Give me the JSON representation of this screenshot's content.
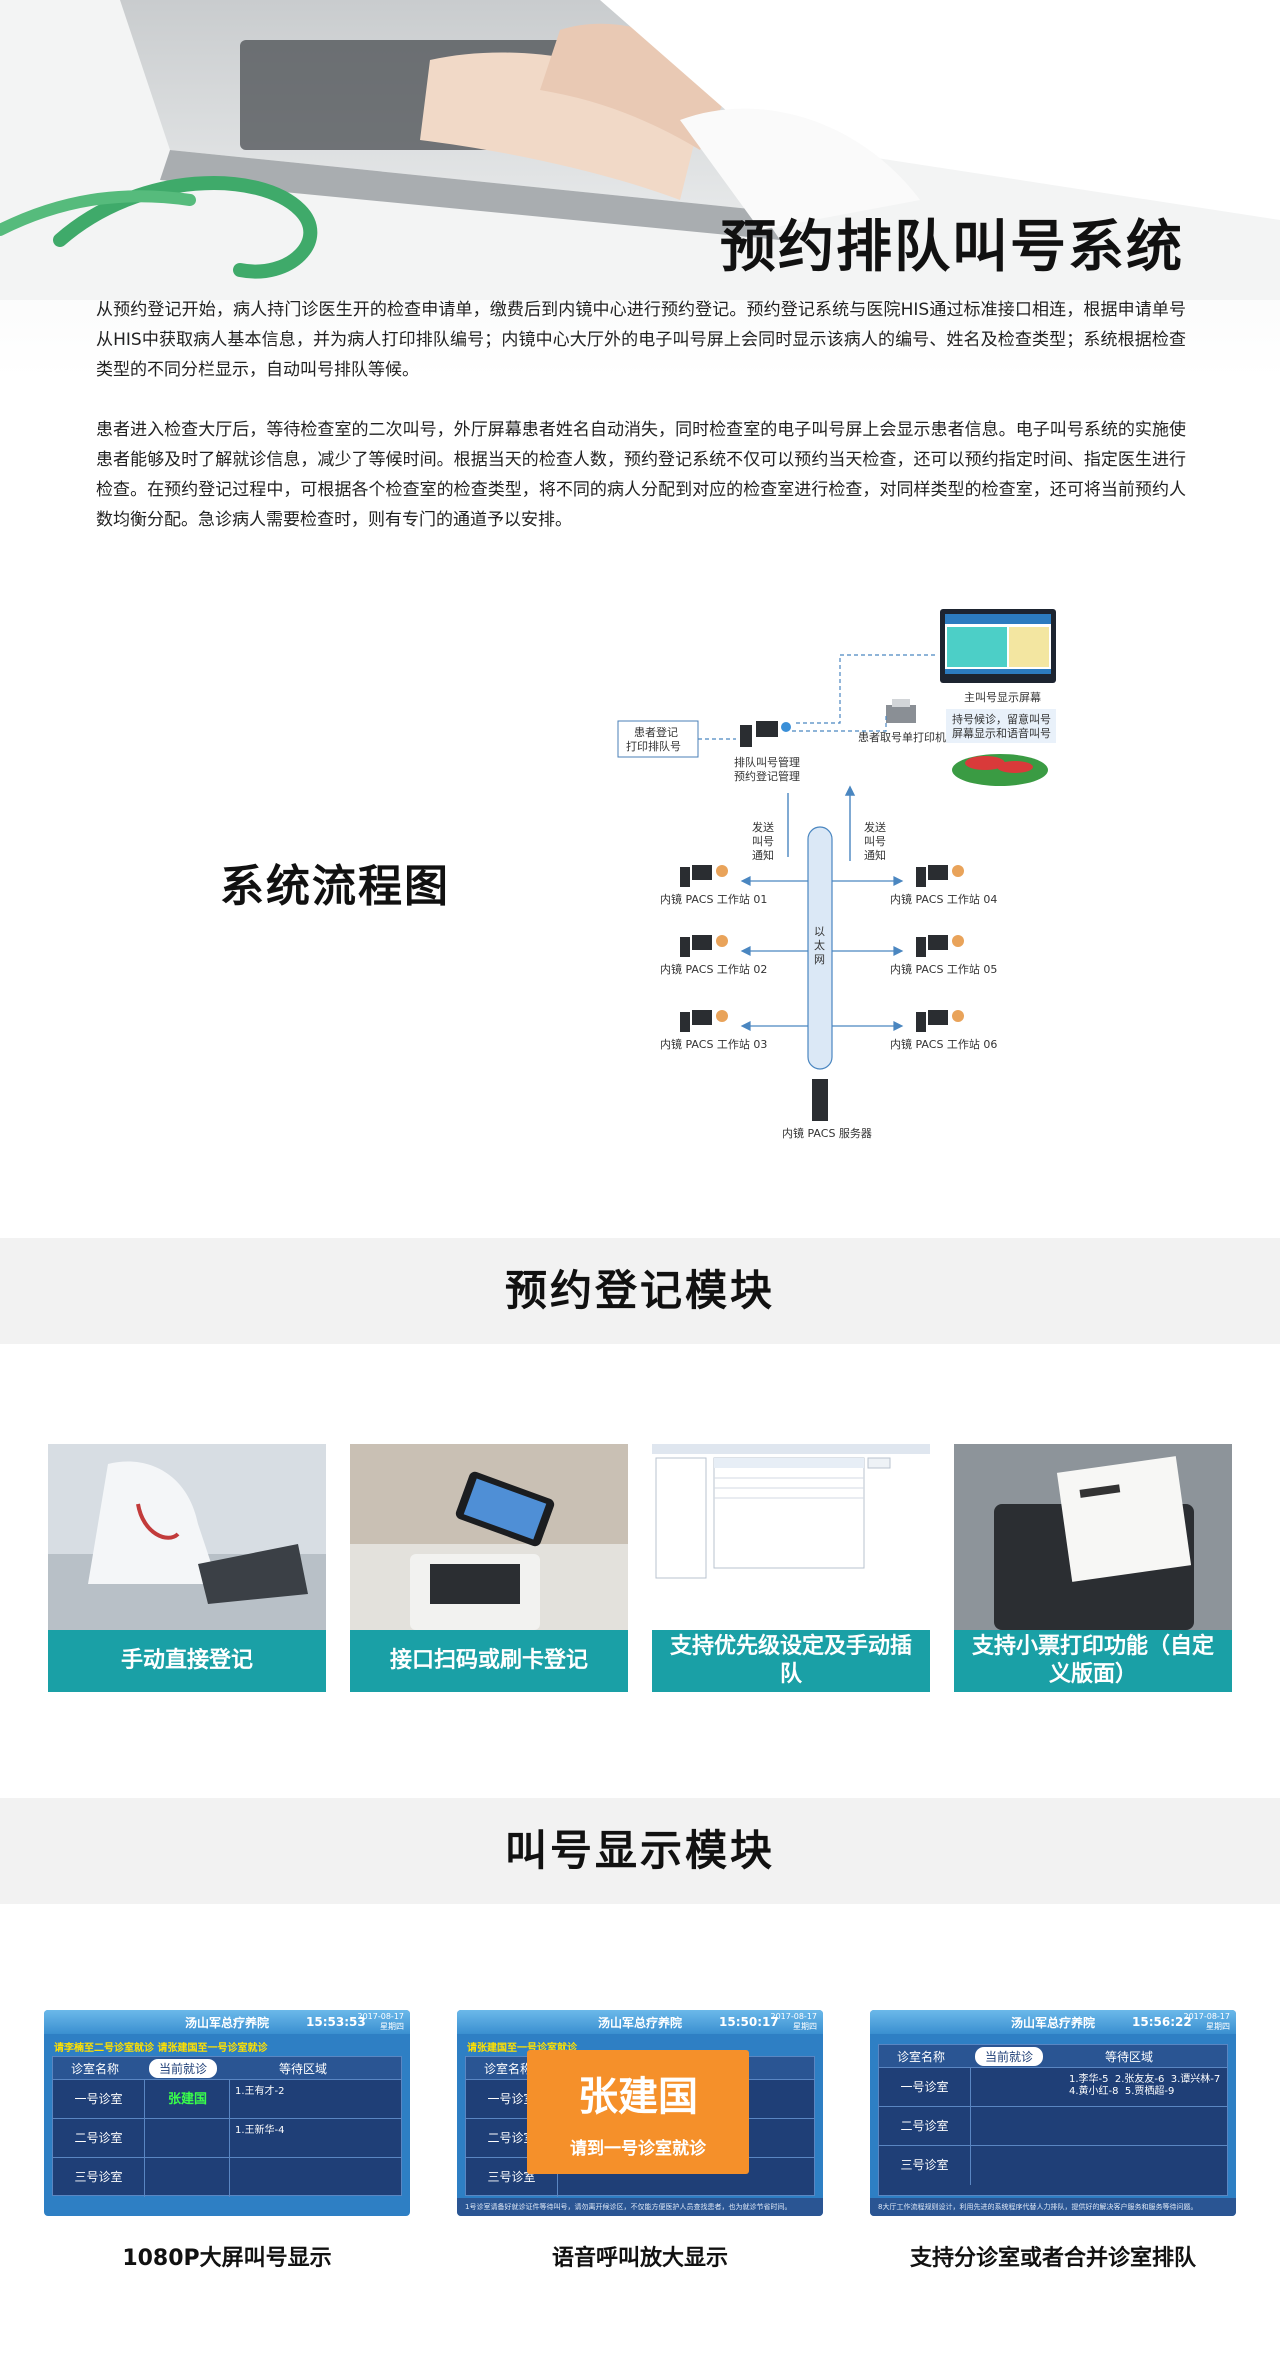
{
  "hero": {
    "title": "预约排队叫号系统",
    "para1": "从预约登记开始，病人持门诊医生开的检查申请单，缴费后到内镜中心进行预约登记。预约登记系统与医院HIS通过标准接口相连，根据申请单号从HIS中获取病人基本信息，并为病人打印排队编号；内镜中心大厅外的电子叫号屏上会同时显示该病人的编号、姓名及检查类型；系统根据检查类型的不同分栏显示，自动叫号排队等候。",
    "para2": "患者进入检查大厅后，等待检查室的二次叫号，外厅屏幕患者姓名自动消失，同时检查室的电子叫号屏上会显示患者信息。电子叫号系统的实施使患者能够及时了解就诊信息，减少了等候时间。根据当天的检查人数，预约登记系统不仅可以预约当天检查，还可以预约指定时间、指定医生进行检查。在预约登记过程中，可根据各个检查室的检查类型，将不同的病人分配到对应的检查室进行检查，对同样类型的检查室，还可将当前预约人数均衡分配。急诊病人需要检查时，则有专门的通道予以安排。"
  },
  "flow": {
    "title": "系统流程图",
    "main_screen": "主叫号显示屏幕",
    "screen_note_1": "持号候诊，留意叫号",
    "screen_note_2": "屏幕显示和语音叫号",
    "printer": "患者取号单打印机",
    "register_1": "患者登记",
    "register_2": "打印排队号",
    "manager_1": "排队叫号管理",
    "manager_2": "预约登记管理",
    "send_1": "发送",
    "send_2": "叫号",
    "send_3": "通知",
    "ethernet": "以太网",
    "ws01": "内镜 PACS 工作站 01",
    "ws02": "内镜 PACS 工作站 02",
    "ws03": "内镜 PACS 工作站 03",
    "ws04": "内镜 PACS 工作站 04",
    "ws05": "内镜 PACS 工作站 05",
    "ws06": "内镜 PACS 工作站 06",
    "server": "内镜 PACS 服务器"
  },
  "register_module": {
    "title": "预约登记模块",
    "cards": [
      {
        "caption": "手动直接登记"
      },
      {
        "caption": "接口扫码或刷卡登记"
      },
      {
        "caption": "支持优先级设定及手动插队"
      },
      {
        "caption": "支持小票打印功能（自定义版面）"
      }
    ]
  },
  "display_module": {
    "title": "叫号显示模块",
    "screens": [
      {
        "hospital": "汤山军总疗养院",
        "time": "15:53:53",
        "date": "2017-08-17\n星期四",
        "ticker": "请李楠至二号诊室就诊 请张建国至一号诊室就诊",
        "col_room": "诊室名称",
        "col_current": "当前就诊",
        "col_wait": "等待区域",
        "rows": [
          {
            "room": "一号诊室",
            "current": "张建国",
            "wait": "1.王有才-2"
          },
          {
            "room": "二号诊室",
            "current": "",
            "wait": "1.王新华-4"
          },
          {
            "room": "三号诊室",
            "current": "",
            "wait": ""
          }
        ],
        "caption": "1080P大屏叫号显示"
      },
      {
        "hospital": "汤山军总疗养院",
        "time": "15:50:17",
        "date": "2017-08-17\n星期四",
        "ticker": "请张建国至一号诊室就诊",
        "col_room": "诊室名称",
        "rows": [
          {
            "room": "一号诊室"
          },
          {
            "room": "二号诊室"
          },
          {
            "room": "三号诊室"
          }
        ],
        "popup_name": "张建国",
        "popup_sub": "请到一号诊室就诊",
        "footer": "1号诊室请备好就诊证件等待叫号，请勿离开候诊区，不仅能方便医护人员查找患者，也为就诊节省时间。",
        "caption": "语音呼叫放大显示"
      },
      {
        "hospital": "汤山军总疗养院",
        "time": "15:56:22",
        "date": "2017-08-17\n星期四",
        "col_room": "诊室名称",
        "col_current": "当前就诊",
        "col_wait": "等待区域",
        "rows": [
          {
            "room": "一号诊室",
            "wait": "1.李华-5  2.张友友-6  3.谭兴林-7\n4.黄小红-8  5.贾栖超-9"
          },
          {
            "room": "二号诊室",
            "wait": ""
          },
          {
            "room": "三号诊室",
            "wait": ""
          }
        ],
        "footer": "8大厅工作流程规则设计，利用先进的系统程序代替人力排队，提供好的解决客户服务和服务等待问题。",
        "caption": "支持分诊室或者合并诊室排队"
      }
    ]
  },
  "colors": {
    "teal": "#1aa0a6",
    "screen_blue": "#2e7fc4",
    "popup_orange": "#f5902a",
    "highlight_green": "#39ff4a"
  }
}
